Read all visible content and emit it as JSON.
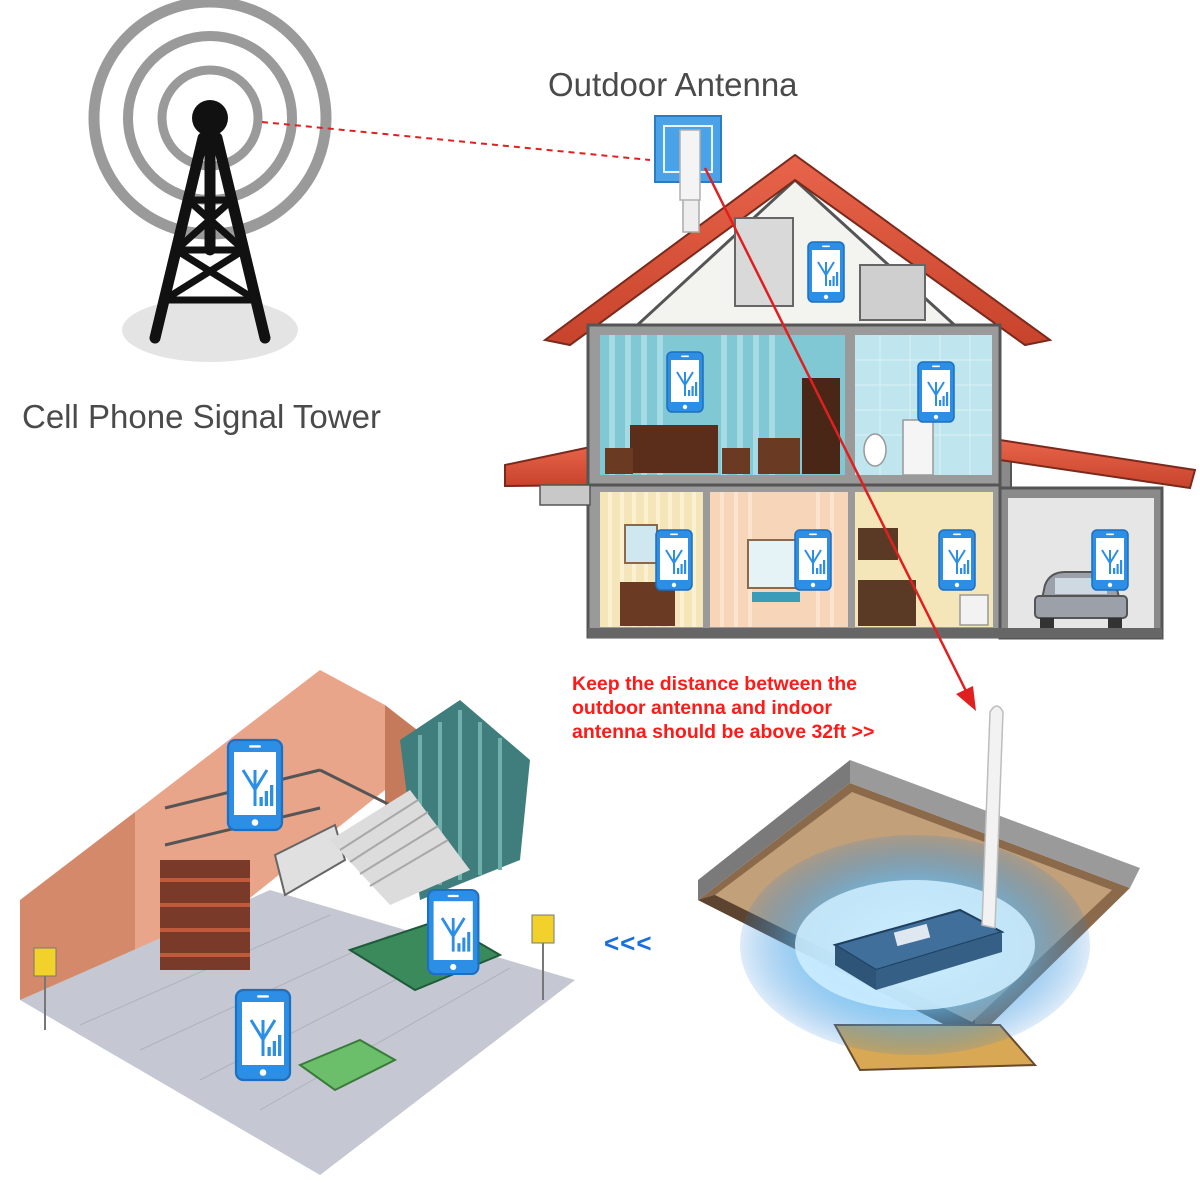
{
  "labels": {
    "tower": "Cell Phone Signal Tower",
    "outdoor_antenna": "Outdoor Antenna",
    "distance_note": [
      "Keep the distance between the",
      "outdoor antenna and indoor",
      "antenna should be above 32ft >>"
    ],
    "flow_arrow": "<<<"
  },
  "colors": {
    "label_text": "#4a4a4a",
    "note_red": "#ff1a1a",
    "arrow_blue": "#1a6fe0",
    "phone_blue": "#2d8ee6",
    "roof_orange": "#e2563a",
    "wall_teal": "#7fc8d4",
    "booster_glow": "#3aa6e8"
  },
  "icons": [
    "signal-tower-icon",
    "phone-signal-icon",
    "outdoor-antenna-icon",
    "indoor-antenna-icon",
    "signal-booster-icon",
    "car-icon"
  ]
}
